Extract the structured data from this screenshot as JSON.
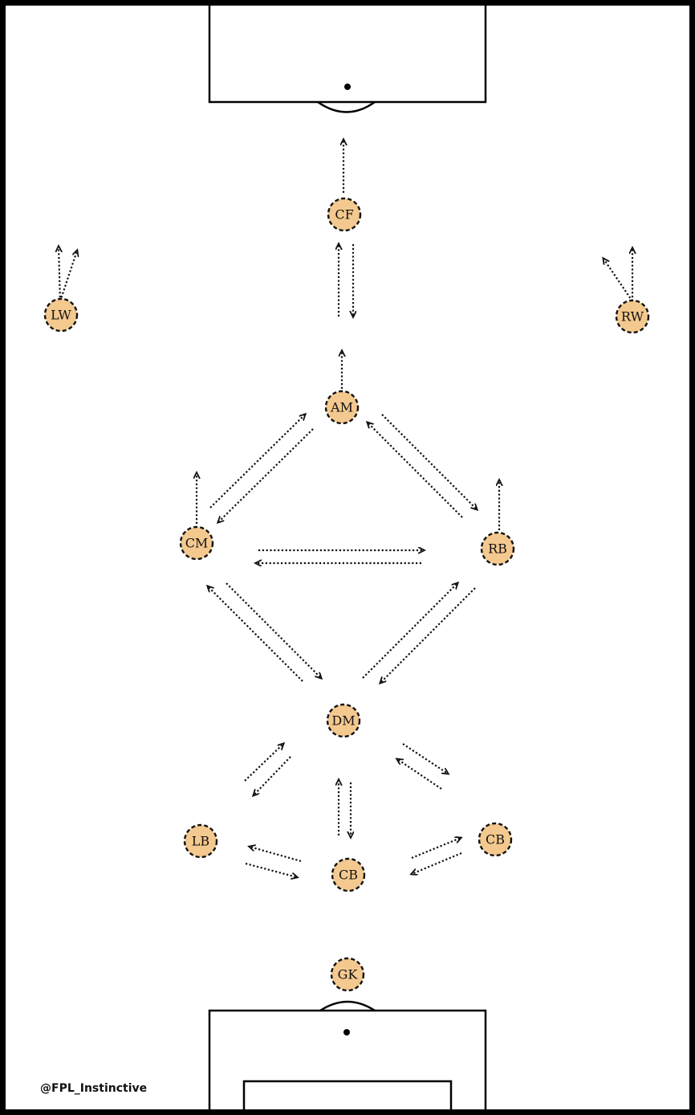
{
  "colors": {
    "player_fill": "#f4c98f",
    "player_stroke": "#111111",
    "pitch_line": "#000000",
    "background": "#ffffff"
  },
  "credit": "@FPL_Instinctive",
  "players": [
    {
      "id": "cf",
      "label": "CF"
    },
    {
      "id": "lw",
      "label": "LW"
    },
    {
      "id": "rw",
      "label": "RW"
    },
    {
      "id": "am",
      "label": "AM"
    },
    {
      "id": "cm",
      "label": "CM"
    },
    {
      "id": "rb",
      "label": "RB"
    },
    {
      "id": "dm",
      "label": "DM"
    },
    {
      "id": "lb",
      "label": "LB"
    },
    {
      "id": "cb1",
      "label": "CB"
    },
    {
      "id": "cb2",
      "label": "CB"
    },
    {
      "id": "gk",
      "label": "GK"
    }
  ]
}
